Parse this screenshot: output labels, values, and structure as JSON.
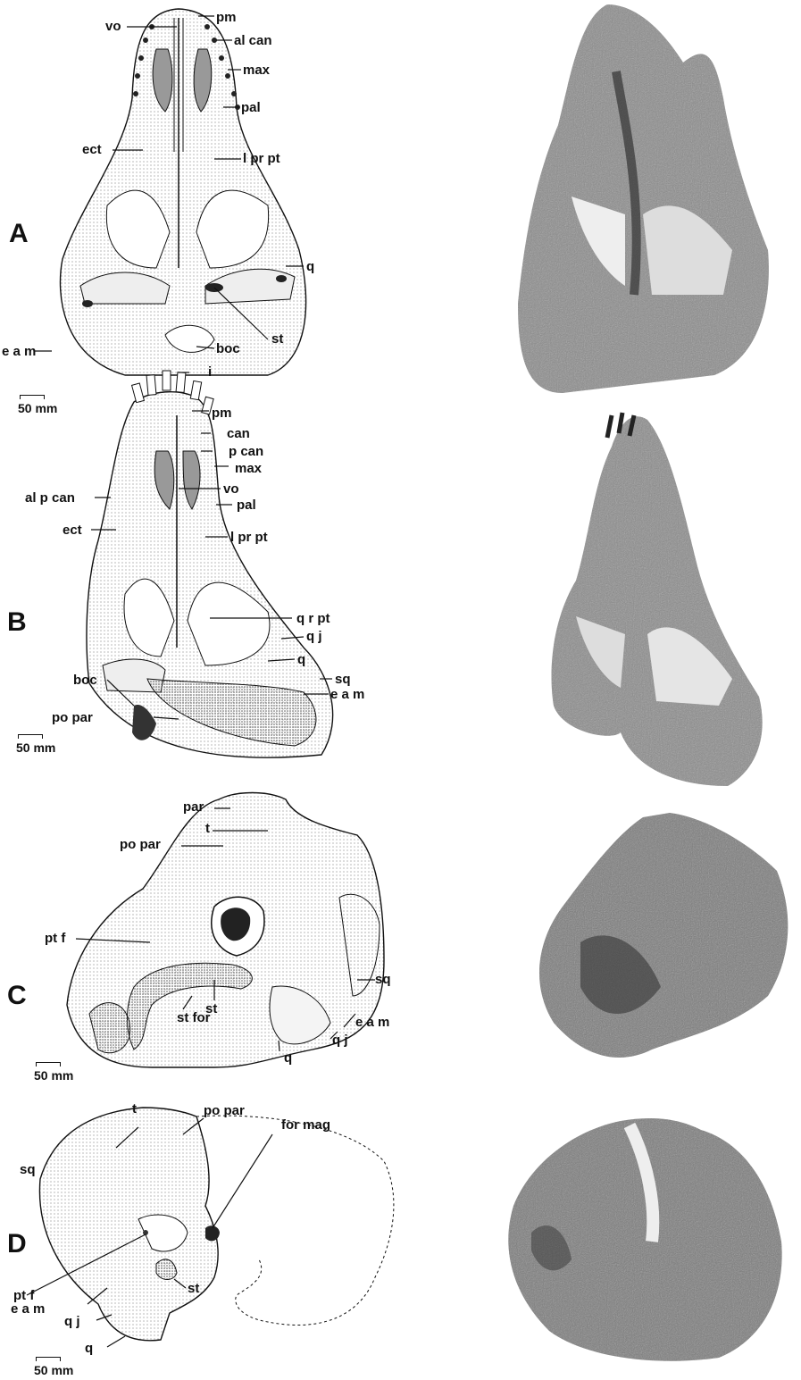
{
  "panels": {
    "A": {
      "letter": "A",
      "scale": "50 mm",
      "labels": [
        "pm",
        "vo",
        "al can",
        "max",
        "pal",
        "ect",
        "l pr pt",
        "q",
        "st",
        "e a m",
        "boc"
      ]
    },
    "B": {
      "letter": "B",
      "scale": "50 mm",
      "labels": [
        "i",
        "pm",
        "can",
        "p can",
        "max",
        "al p can",
        "vo",
        "pal",
        "ect",
        "l pr pt",
        "q r pt",
        "q j",
        "q",
        "boc",
        "sq",
        "e a m",
        "po par"
      ]
    },
    "C": {
      "letter": "C",
      "scale": "50 mm",
      "labels": [
        "par",
        "t",
        "po par",
        "pt f",
        "sq",
        "st",
        "st for",
        "q",
        "q j",
        "e a m"
      ]
    },
    "D": {
      "letter": "D",
      "scale": "50 mm",
      "labels": [
        "t",
        "po par",
        "for mag",
        "sq",
        "pt f",
        "e a m",
        "st",
        "q j",
        "q"
      ]
    }
  },
  "colors": {
    "ink": "#111111",
    "stipple": "#d9d9d9",
    "dark": "#2a2a2a",
    "photo_mid": "#7a7a7a"
  }
}
